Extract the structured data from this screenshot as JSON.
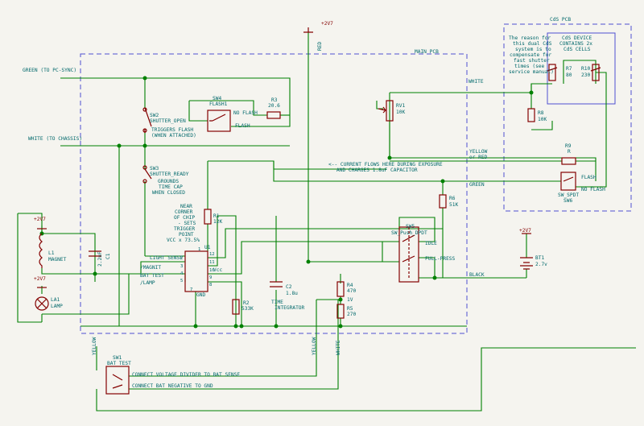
{
  "labels": {
    "main_pcb": "MAIN PCB",
    "cds_pcb": "CdS PCB",
    "plus_2v7": "+2V7",
    "red": "RED",
    "green_pc_sync": "GREEN (TO PC-SYNC)",
    "white_chassis": "WHITE (TO CHASSIS)",
    "yellow": "YELLOW",
    "white": "WHITE",
    "green": "GREEN",
    "black": "BLACK",
    "yellow_or_red_1": "YELLOW",
    "yellow_or_red_2": "or RED",
    "current_note_1": "<-- CURRENT FLOWS HERE DURING EXPOSURE",
    "current_note_2": "AND CHARGES 1.8uF CAPACITOR",
    "cds_note": [
      "The reason for",
      "this dual CdS",
      "system is to",
      "compensate for",
      "fast shutter",
      "times (see",
      "service manual)"
    ],
    "cds_device": [
      "CdS DEVICE",
      "CONTAINS 2x",
      "CdS CELLS"
    ],
    "near_corner": [
      "NEAR",
      "CORNER",
      "OF CHIP",
      "- SETS",
      "TRIGGER",
      "POINT",
      "VCC x 73.5%"
    ],
    "triggers_flash": [
      "TRIGGERS FLASH",
      "(WHEN ATTACHED)"
    ],
    "grounds_cap": [
      "GROUNDS",
      "TIME CAP",
      "WHEN CLOSED"
    ],
    "time_integrator": [
      "TIME",
      "INTEGRATOR"
    ],
    "light_sense": "LIGHT SENSE",
    "magnit": "/MAGNIT",
    "bat_test": "BAT TEST",
    "lamp": "/LAMP",
    "gnd": "GND",
    "vcc": "Vcc",
    "one_v": "1V",
    "connect_divider": "CONNECT VOLTAGE DIVIDER TO BAT SENSE",
    "connect_bat_neg": "CONNECT BAT NEGATIVE TO GND",
    "no_flash": "NO FLASH",
    "flash": "FLASH",
    "idle": "IDLE",
    "full_press": "FULL-PRESS"
  },
  "components": {
    "sw4": {
      "ref": "SW4",
      "value": "FLASH1"
    },
    "r3": {
      "ref": "R3",
      "value": "20.6"
    },
    "sw2": {
      "ref": "SW2",
      "value": "SHUTTER_OPEN"
    },
    "sw3": {
      "ref": "SW3",
      "value": "SHUTTER_READY"
    },
    "rv1": {
      "ref": "RV1",
      "value": "10K"
    },
    "r1": {
      "ref": "R1",
      "value": "12K"
    },
    "u1": {
      "ref": "U1"
    },
    "r2": {
      "ref": "R2",
      "value": "533K"
    },
    "c2": {
      "ref": "C2",
      "value": "1.8u"
    },
    "r4": {
      "ref": "R4",
      "value": "470"
    },
    "r5": {
      "ref": "R5",
      "value": "270"
    },
    "r6": {
      "ref": "R6",
      "value": "51K"
    },
    "sw5": {
      "ref": "SW5",
      "value": "SW_Push_DPDT"
    },
    "l1": {
      "ref": "L1",
      "value": "MAGNET"
    },
    "c1": {
      "ref": "C1",
      "value": "2.2uF"
    },
    "la1": {
      "ref": "LA1",
      "value": "LAMP"
    },
    "bt1": {
      "ref": "BT1",
      "value": "2.7v"
    },
    "sw1": {
      "ref": "SW1",
      "value": "BAT TEST"
    },
    "r7": {
      "ref": "R7",
      "value": "80"
    },
    "r10": {
      "ref": "R10",
      "value": "230"
    },
    "r8": {
      "ref": "R8",
      "value": "10K"
    },
    "r9": {
      "ref": "R9",
      "value": "R"
    },
    "sw6": {
      "ref": "SW6",
      "value": "SW_SPDT"
    }
  },
  "pins": {
    "left": [
      "2",
      "3",
      "4",
      "5"
    ],
    "right": [
      "12",
      "11",
      "10",
      "9",
      "8"
    ],
    "top": "1",
    "bottom": "7"
  },
  "colors": {
    "wire": "#008000",
    "component": "#840000",
    "text": "#00686b",
    "border": "#4f4fd0",
    "background": "#f5f4ef"
  }
}
